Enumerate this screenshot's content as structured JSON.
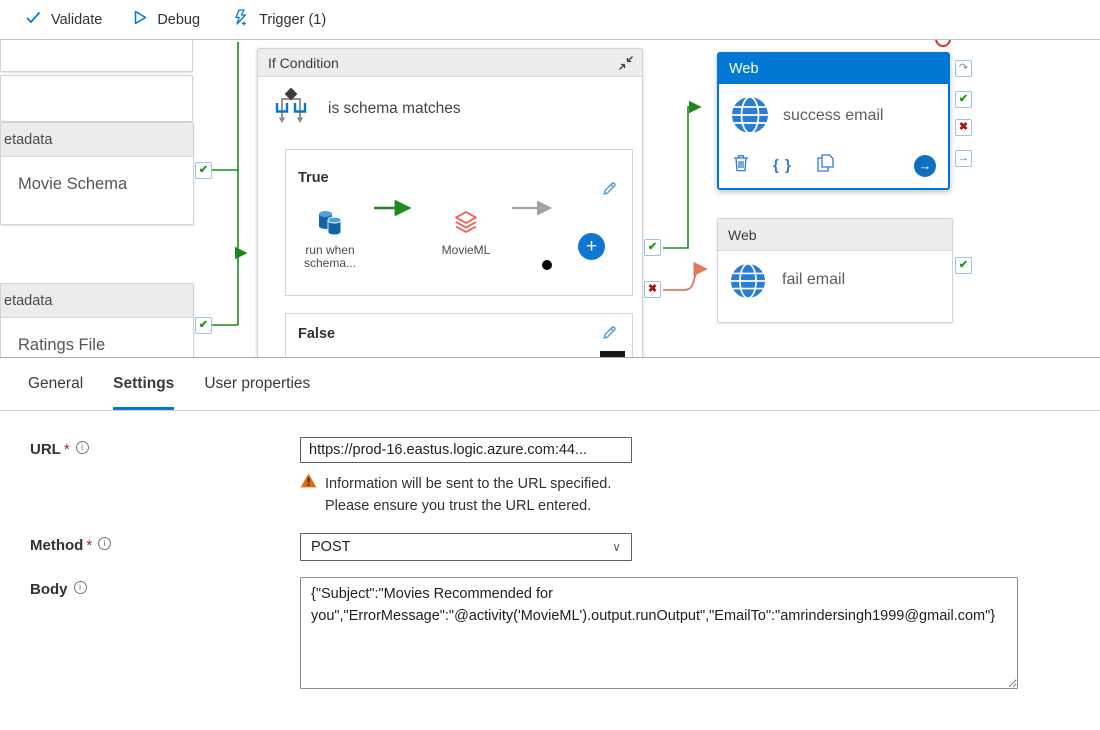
{
  "toolbar": {
    "validate_label": "Validate",
    "debug_label": "Debug",
    "trigger_label": "Trigger (1)"
  },
  "canvas": {
    "metadata_movie_schema": {
      "type_header": "etadata",
      "name": "Movie Schema"
    },
    "metadata_ratings_file": {
      "type_header": "etadata",
      "name": "Ratings File"
    },
    "if_condition": {
      "type_header": "If Condition",
      "name": "is schema matches",
      "true_branch_label": "True",
      "false_branch_label": "False",
      "true_activities": {
        "databricks_run": "run when schema...",
        "movie_ml": "MovieML"
      }
    },
    "web_success": {
      "type_header": "Web",
      "name": "success email"
    },
    "web_fail": {
      "type_header": "Web",
      "name": "fail email"
    }
  },
  "panel": {
    "tabs": [
      {
        "label": "General"
      },
      {
        "label": "Settings"
      },
      {
        "label": "User properties"
      }
    ],
    "url_field": {
      "label": "URL",
      "required_marker": "*",
      "value": "https://prod-16.eastus.logic.azure.com:44...",
      "warning": "Information will be sent to the URL specified. Please ensure you trust the URL entered."
    },
    "method_field": {
      "label": "Method",
      "required_marker": "*",
      "value": "POST"
    },
    "body_field": {
      "label": "Body",
      "value": "{\"Subject\":\"Movies Recommended for you\",\"ErrorMessage\":\"@activity('MovieML').output.runOutput\",\"EmailTo\":\"amrindersingh1999@gmail.com\"}"
    }
  },
  "icons": {
    "success_port": "✔",
    "failure_port": "✖",
    "skip_port": "↷",
    "completion_port": "→",
    "nav_arrow": "→",
    "plus": "+",
    "code_braces": "{ }",
    "chevron_down": "∨",
    "info": "i"
  },
  "colors": {
    "accent_blue": "#0078d4",
    "success_green": "#189a18",
    "failure_red": "#b01313",
    "connector_coral": "#e0795c",
    "warning_orange": "#dd6b10"
  }
}
